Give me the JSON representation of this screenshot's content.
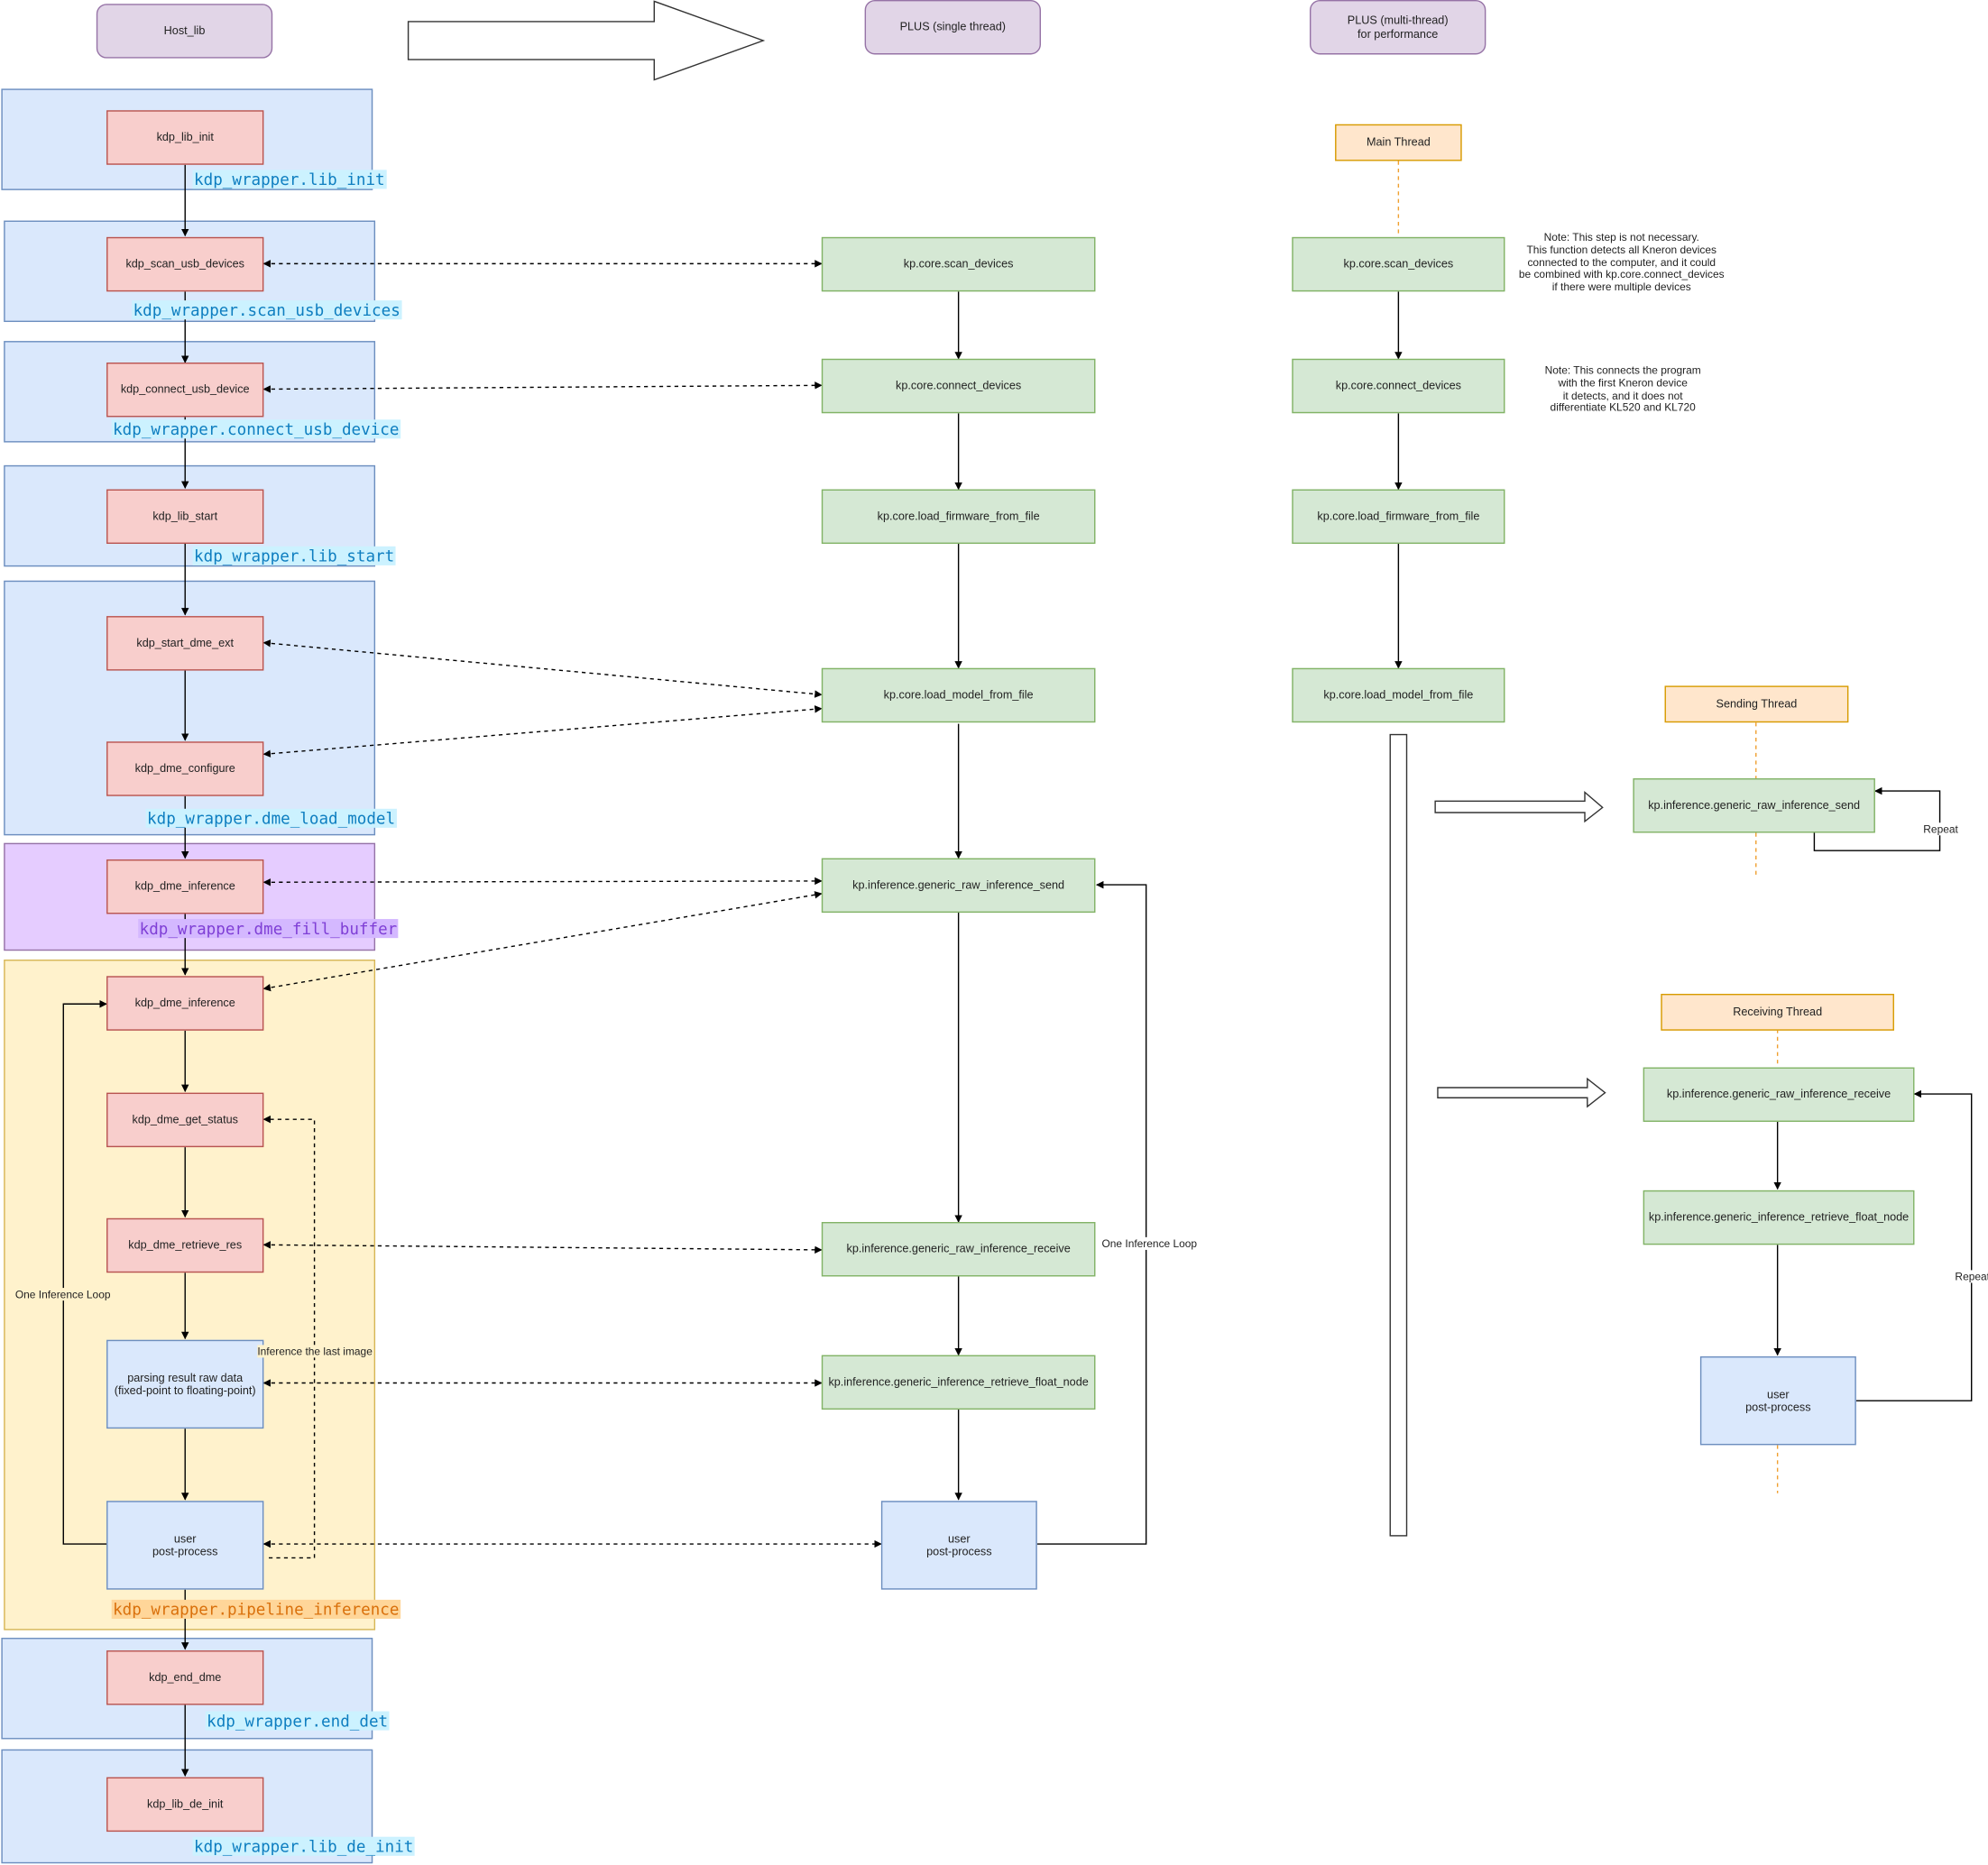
{
  "headers": {
    "host_lib": "Host_lib",
    "plus_single": "PLUS (single thread)",
    "plus_multi": "PLUS (multi-thread)\nfor performance"
  },
  "wrappers": {
    "lib_init": "kdp_wrapper.lib_init",
    "scan_usb_devices": "kdp_wrapper.scan_usb_devices",
    "connect_usb_device": "kdp_wrapper.connect_usb_device",
    "lib_start": "kdp_wrapper.lib_start",
    "dme_load_model": "kdp_wrapper.dme_load_model",
    "dme_fill_buffer": "kdp_wrapper.dme_fill_buffer",
    "pipeline_inference": "kdp_wrapper.pipeline_inference",
    "end_det": "kdp_wrapper.end_det",
    "lib_de_init": "kdp_wrapper.lib_de_init"
  },
  "host": {
    "kdp_lib_init": "kdp_lib_init",
    "kdp_scan_usb_devices": "kdp_scan_usb_devices",
    "kdp_connect_usb_device": "kdp_connect_usb_device",
    "kdp_lib_start": "kdp_lib_start",
    "kdp_start_dme_ext": "kdp_start_dme_ext",
    "kdp_dme_configure": "kdp_dme_configure",
    "kdp_dme_inference_1": "kdp_dme_inference",
    "kdp_dme_inference_2": "kdp_dme_inference",
    "kdp_dme_get_status": "kdp_dme_get_status",
    "kdp_dme_retrieve_res": "kdp_dme_retrieve_res",
    "parsing": "parsing result raw data\n(fixed-point to floating-point)",
    "user_post": "user\npost-process",
    "kdp_end_dme": "kdp_end_dme",
    "kdp_lib_de_init": "kdp_lib_de_init",
    "loop_label": "One Inference Loop",
    "last_image_label": "Inference the last image"
  },
  "single": {
    "scan": "kp.core.scan_devices",
    "connect": "kp.core.connect_devices",
    "firmware": "kp.core.load_firmware_from_file",
    "model": "kp.core.load_model_from_file",
    "send": "kp.inference.generic_raw_inference_send",
    "receive": "kp.inference.generic_raw_inference_receive",
    "retrieve": "kp.inference.generic_inference_retrieve_float_node",
    "user_post": "user\npost-process",
    "loop_label": "One Inference Loop"
  },
  "multi": {
    "main_thread": "Main Thread",
    "scan": "kp.core.scan_devices",
    "connect": "kp.core.connect_devices",
    "firmware": "kp.core.load_firmware_from_file",
    "model": "kp.core.load_model_from_file",
    "note_scan": "Note: This step is not necessary.\nThis function detects all Kneron devices\nconnected to the computer, and it could\nbe combined with kp.core.connect_devices\nif there were multiple devices",
    "note_connect": "Note: This connects the program\nwith the first Kneron device\nit detects, and it does not\ndifferentiate KL520 and KL720",
    "sending_thread": "Sending Thread",
    "send": "kp.inference.generic_raw_inference_send",
    "repeat_send": "Repeat",
    "receiving_thread": "Receiving Thread",
    "receive": "kp.inference.generic_raw_inference_receive",
    "retrieve": "kp.inference.generic_inference_retrieve_float_node",
    "user_post": "user\npost-process",
    "repeat_receive": "Repeat"
  },
  "colors": {
    "header_fill": "#e1d5e7",
    "host_fill": "#f8cecc",
    "plus_fill": "#d5e8d4",
    "user_fill": "#dae8fc",
    "thread_fill": "#ffe6cc"
  }
}
